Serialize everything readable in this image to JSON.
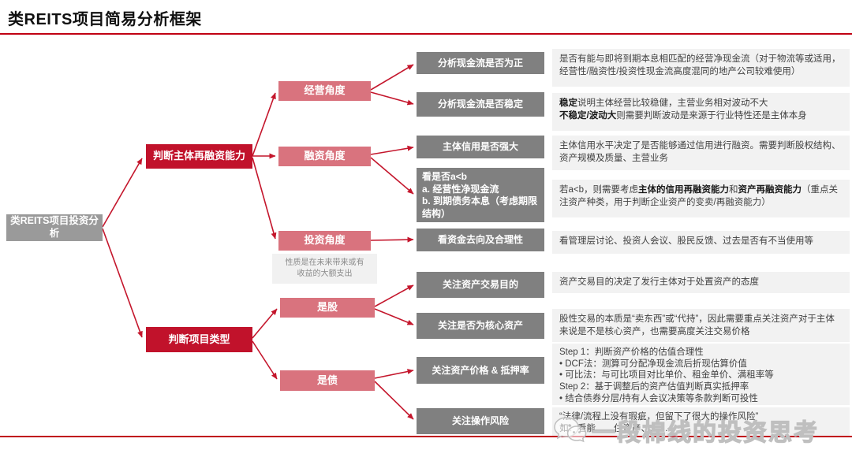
{
  "page": {
    "title": "类REITS项目简易分析框架",
    "watermark_text": "一段棉线的投资思考"
  },
  "colors": {
    "accent_dark_red": "#c1122b",
    "accent_pink": "#d9737e",
    "node_gray": "#808080",
    "root_gray": "#9a9a9a",
    "desc_background": "#f2f2f2",
    "rule_red": "#c00013",
    "arrow_red": "#c4162c"
  },
  "root": {
    "label": "类REITS项目投资分析"
  },
  "branches": [
    {
      "label": "判断主体再融资能力"
    },
    {
      "label": "判断项目类型"
    }
  ],
  "angles": [
    {
      "label": "经营角度"
    },
    {
      "label": "融资角度"
    },
    {
      "label": "投资角度"
    },
    {
      "label": "是股"
    },
    {
      "label": "是债"
    }
  ],
  "invest_note": {
    "line1": "性质是在未来带来或有",
    "line2": "收益的大额支出"
  },
  "checks": [
    {
      "label": "分析现金流是否为正"
    },
    {
      "label": "分析现金流是否稳定"
    },
    {
      "label": "主体信用是否强大"
    },
    {
      "lines": [
        "看是否a<b",
        "a. 经营性净现金流",
        "b. 到期债务本息（考虑期限结构）"
      ]
    },
    {
      "label": "看资金去向及合理性"
    },
    {
      "label": "关注资产交易目的"
    },
    {
      "label": "关注是否为核心资产"
    },
    {
      "label": "关注资产价格 & 抵押率"
    },
    {
      "label": "关注操作风险"
    }
  ],
  "descriptions": [
    {
      "text": "是否有能与即将到期本息相匹配的经营净现金流（对于物流等或适用，经营性/融资性/投资性现金流高度混同的地产公司较难使用）"
    },
    {
      "bold1": "稳定",
      "text1": "说明主体经营比较稳健，主营业务相对波动不大",
      "bold2": "不稳定/波动大",
      "text2": "则需要判断波动是来源于行业特性还是主体本身"
    },
    {
      "text": "主体信用水平决定了是否能够通过信用进行融资。需要判断股权结构、资产规模及质量、主营业务"
    },
    {
      "text1": "若a<b，则需要考虑",
      "bold1": "主体的信用再融资能力",
      "text2": "和",
      "bold2": "资产再融资能力",
      "text3": "（重点关注资产种类，用于判断企业资产的变卖/再融资能力）"
    },
    {
      "text": "看管理层讨论、投资人会议、股民反馈、过去是否有不当使用等"
    },
    {
      "text": "资产交易目的决定了发行主体对于处置资产的态度"
    },
    {
      "text": "股性交易的本质是“卖东西”或“代持”，因此需要重点关注资产对于主体来说是不是核心资产，也需要高度关注交易价格"
    },
    {
      "lines": [
        "Step 1：判断资产价格的估值合理性",
        "•   DCF法：测算可分配净现金流后折现估算价值",
        "•   可比法：与可比项目对比单价、租金单价、满租率等",
        "Step 2：基于调整后的资产估值判断真实抵押率",
        "•   结合债券分层/持有人会议决策等条款判断可投性"
      ]
    },
    {
      "line1": "“法律/流程上没有瑕疵，但留下了很大的操作风险”",
      "line2": "如：看能……住资产、……"
    }
  ]
}
